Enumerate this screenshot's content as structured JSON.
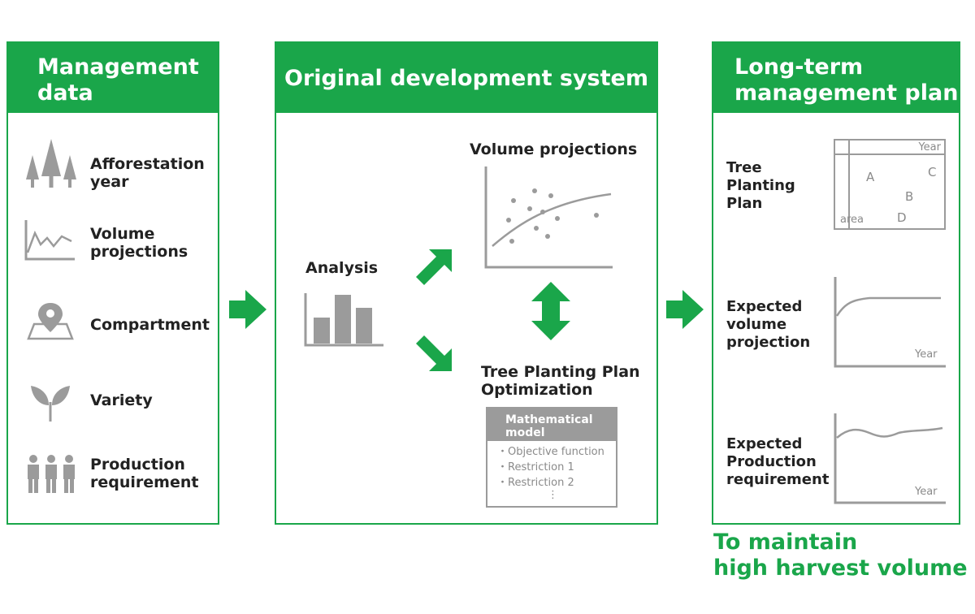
{
  "colors": {
    "accent": "#1aa64a",
    "icon": "#9b9b9b",
    "text": "#222222"
  },
  "management_data": {
    "title_line1": "Management",
    "title_line2": "data",
    "items": [
      {
        "icon": "trees-icon",
        "line1": "Afforestation",
        "line2": "year"
      },
      {
        "icon": "line-chart-icon",
        "line1": "Volume",
        "line2": "projections"
      },
      {
        "icon": "map-pin-icon",
        "line1": "Compartment",
        "line2": ""
      },
      {
        "icon": "sprout-icon",
        "line1": "Variety",
        "line2": ""
      },
      {
        "icon": "people-icon",
        "line1": "Production",
        "line2": "requirement"
      }
    ]
  },
  "development_system": {
    "title": "Original development system",
    "analysis_label": "Analysis",
    "volume_projections_label": "Volume projections",
    "optimization_line1": "Tree Planting Plan",
    "optimization_line2": "Optimization",
    "model": {
      "header_line1": "Mathematical",
      "header_line2": "model",
      "items": [
        "・Objective function",
        "・Restriction 1",
        "・Restriction 2",
        "⋮"
      ]
    }
  },
  "management_plan": {
    "title_line1": "Long-term",
    "title_line2": "management plan",
    "planting_plan": {
      "line1": "Tree",
      "line2": "Planting",
      "line3": "Plan",
      "year": "Year",
      "area": "area",
      "cells": [
        "A",
        "B",
        "C",
        "D"
      ]
    },
    "expected_volume": {
      "line1": "Expected",
      "line2": "volume",
      "line3": "projection",
      "year": "Year"
    },
    "expected_production": {
      "line1": "Expected",
      "line2": "Production",
      "line3": "requirement",
      "year": "Year"
    }
  },
  "goal": {
    "line1": "To maintain",
    "line2": "high harvest volume"
  }
}
